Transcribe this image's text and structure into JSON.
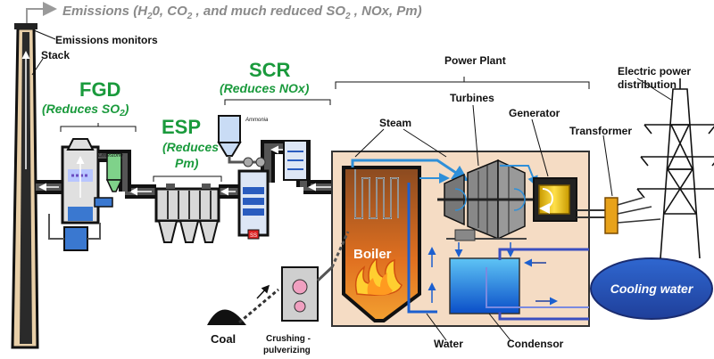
{
  "emissions": {
    "prefix": "Emissions (H",
    "sub1": "2",
    "mid1": "0, CO",
    "sub2": "2",
    "mid2": " , and much reduced SO",
    "sub3": "2",
    "suffix": " , NOx, Pm)"
  },
  "labels": {
    "emissions_monitors": "Emissions monitors",
    "stack": "Stack",
    "fgd": "FGD",
    "fgd_sub_main": "(Reduces SO",
    "fgd_sub_digit": "2",
    "fgd_sub_end": ")",
    "limestone": "Limestone",
    "esp": "ESP",
    "esp_sub1": "(Reduces",
    "esp_sub2": "Pm)",
    "scr": "SCR",
    "scr_sub": "(Reduces NOx)",
    "ammonia": "Ammonia",
    "power_plant": "Power Plant",
    "steam": "Steam",
    "turbines": "Turbines",
    "generator": "Generator",
    "transformer": "Transformer",
    "electric_line1": "Electric power",
    "electric_line2": "distribution",
    "boiler": "Boiler",
    "cooling_water": "Cooling water",
    "coal": "Coal",
    "crushing_line1": "Crushing -",
    "crushing_line2": "pulverizing",
    "water": "Water",
    "condensor": "Condensor",
    "ss_tag": "SS"
  },
  "colors": {
    "duct": "#3a3a3a",
    "green_label": "#1a9a3c",
    "grey_text": "#8a8a8a",
    "plant_bg": "#f5dcc4",
    "steam": "#2f8fd8",
    "water": "#1c5fcf",
    "cooling": "#2a5cbf",
    "generator": "#e7c21a",
    "transformer": "#e8a21a"
  }
}
